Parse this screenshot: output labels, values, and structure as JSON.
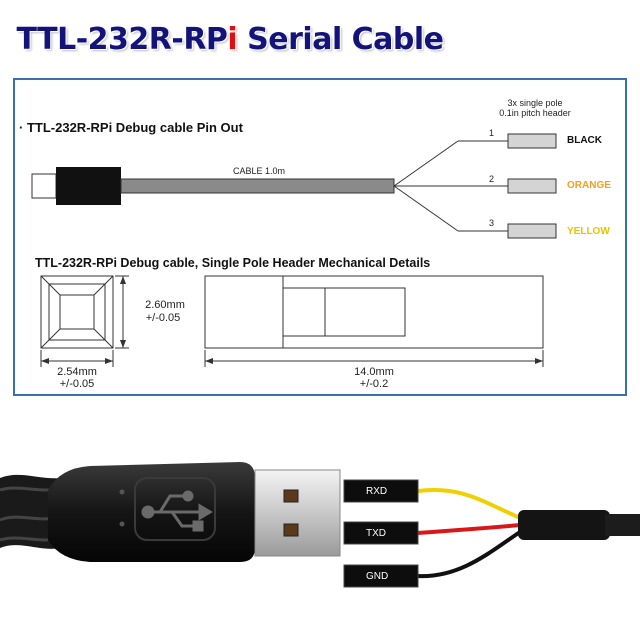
{
  "title": {
    "main": "TTL-232R-RP",
    "accent": "i",
    "rest": " Serial Cable"
  },
  "pinout": {
    "heading": "TTL-232R-RPi Debug cable Pin Out",
    "bullet": "·",
    "cable_label": "CABLE 1.0m",
    "header_note_line1": "3x single pole",
    "header_note_line2": "0.1in pitch header",
    "pins": [
      {
        "number": "1",
        "color_name": "BLACK",
        "color": "#111111"
      },
      {
        "number": "2",
        "color_name": "ORANGE",
        "color": "#f0a020"
      },
      {
        "number": "3",
        "color_name": "YELLOW",
        "color": "#e8c400"
      }
    ]
  },
  "mechanical": {
    "heading": "TTL-232R-RPi Debug cable, Single Pole Header Mechanical Details",
    "height_value": "2.60mm",
    "height_tol": "+/-0.05",
    "width_value": "2.54mm",
    "width_tol": "+/-0.05",
    "length_value": "14.0mm",
    "length_tol": "+/-0.2"
  },
  "photo": {
    "connector_labels": [
      "RXD",
      "TXD",
      "GND"
    ],
    "wire_colors": [
      "#f0d000",
      "#d81818",
      "#111111"
    ]
  },
  "colors": {
    "frame": "#3a6fb0",
    "title": "#13137a",
    "title_accent": "#dd1111"
  }
}
